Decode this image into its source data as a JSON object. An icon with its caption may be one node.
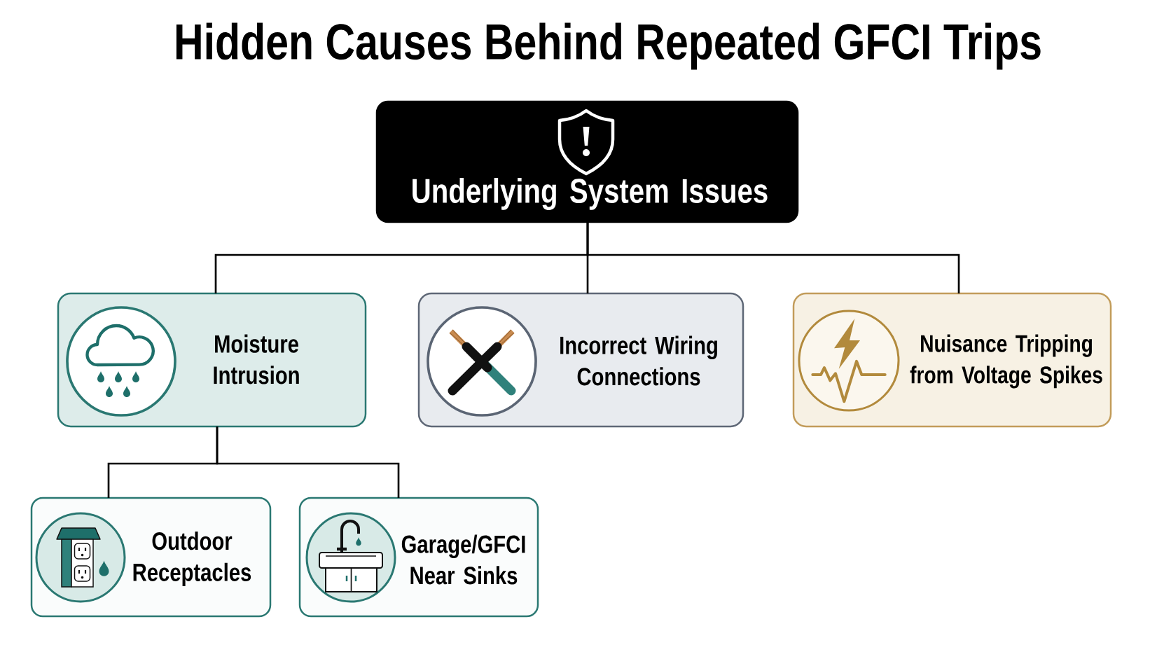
{
  "diagram": {
    "title": "Hidden Causes Behind Repeated GFCI Trips",
    "nodes": [
      {
        "text": [
          "Underlying System Issues"
        ]
      },
      {
        "text": [
          "Moisture Intrusion"
        ]
      },
      {
        "text": [
          "Incorrect Wiring Connections"
        ]
      },
      {
        "text": [
          "Nuisance Tripping from Voltage Spikes"
        ]
      },
      {
        "text": [
          "Outdoor Receptacles"
        ]
      },
      {
        "text": [
          "Garage/GFCI Near Sinks"
        ]
      }
    ],
    "edges": [
      {
        "from": 0,
        "to": 1,
        "arrow": "none"
      },
      {
        "from": 0,
        "to": 2,
        "arrow": "none"
      },
      {
        "from": 0,
        "to": 3,
        "arrow": "none"
      },
      {
        "from": 1,
        "to": 4,
        "arrow": "none"
      },
      {
        "from": 1,
        "to": 5,
        "arrow": "none"
      }
    ]
  }
}
